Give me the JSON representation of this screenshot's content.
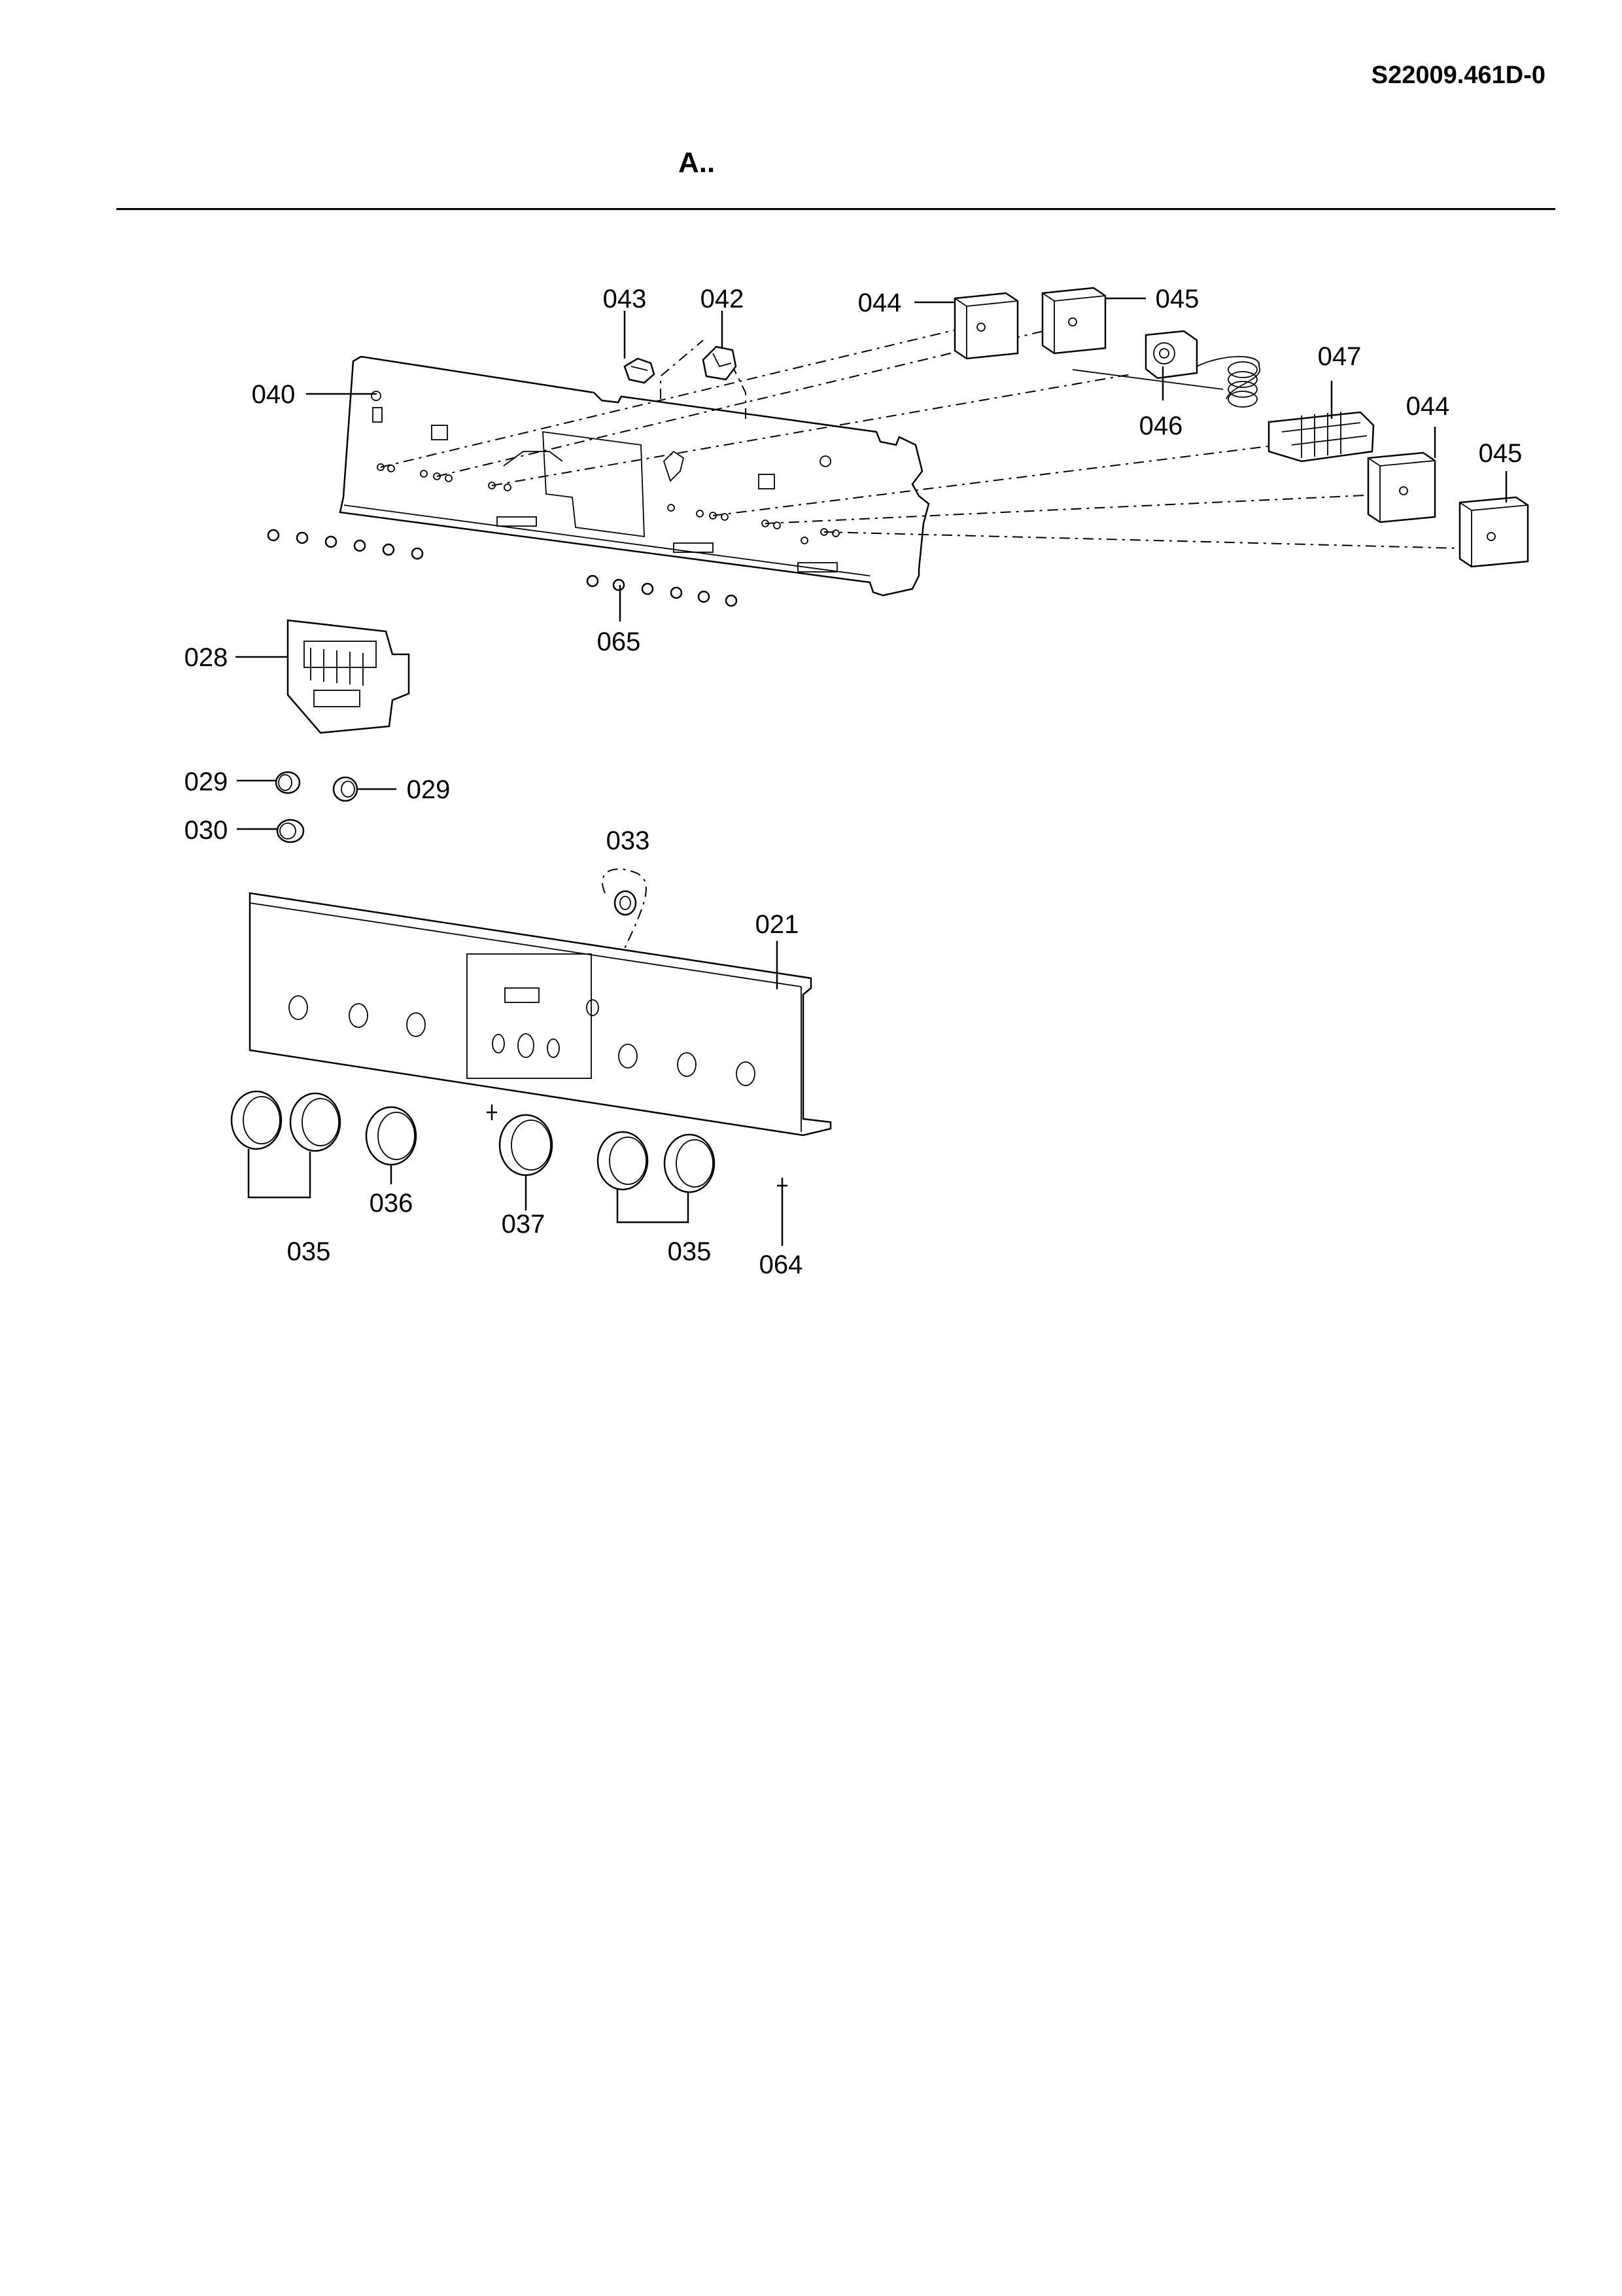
{
  "header": {
    "document_number": "S22009.461D-0",
    "section": "A.."
  },
  "callouts": {
    "c043": "043",
    "c042": "042",
    "c044a": "044",
    "c045a": "045",
    "c047": "047",
    "c040": "040",
    "c046": "046",
    "c044b": "044",
    "c045b": "045",
    "c028": "028",
    "c065": "065",
    "c029a": "029",
    "c029b": "029",
    "c030": "030",
    "c033": "033",
    "c021": "021",
    "c036": "036",
    "c037": "037",
    "c035a": "035",
    "c035b": "035",
    "c064": "064"
  }
}
